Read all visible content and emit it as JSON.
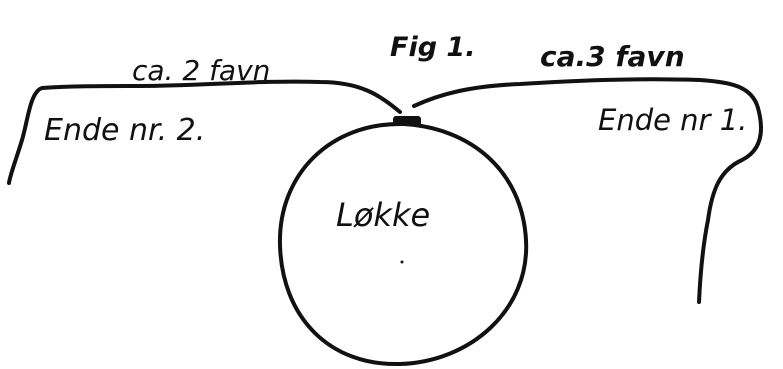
{
  "figure": {
    "title": "Fig 1.",
    "left_length": "ca. 2 favn",
    "right_length": "ca.3 favn",
    "left_end": "Ende nr. 2.",
    "right_end": "Ende nr 1.",
    "loop": "Løkke"
  },
  "colors": {
    "ink": "#111111",
    "paper": "#ffffff"
  }
}
